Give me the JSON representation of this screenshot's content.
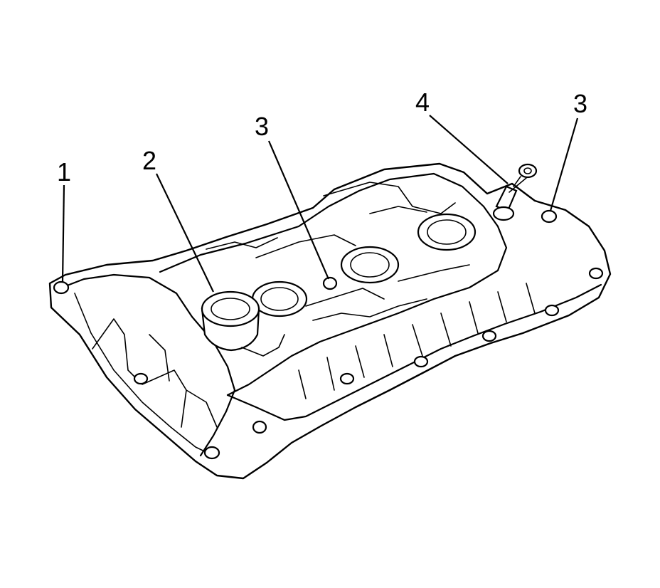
{
  "callouts": [
    {
      "id": "1",
      "label": "1"
    },
    {
      "id": "2",
      "label": "2"
    },
    {
      "id": "3a",
      "label": "3"
    },
    {
      "id": "4",
      "label": "4"
    },
    {
      "id": "3b",
      "label": "3"
    }
  ],
  "colors": {
    "line": "#000000",
    "background": "#ffffff"
  }
}
